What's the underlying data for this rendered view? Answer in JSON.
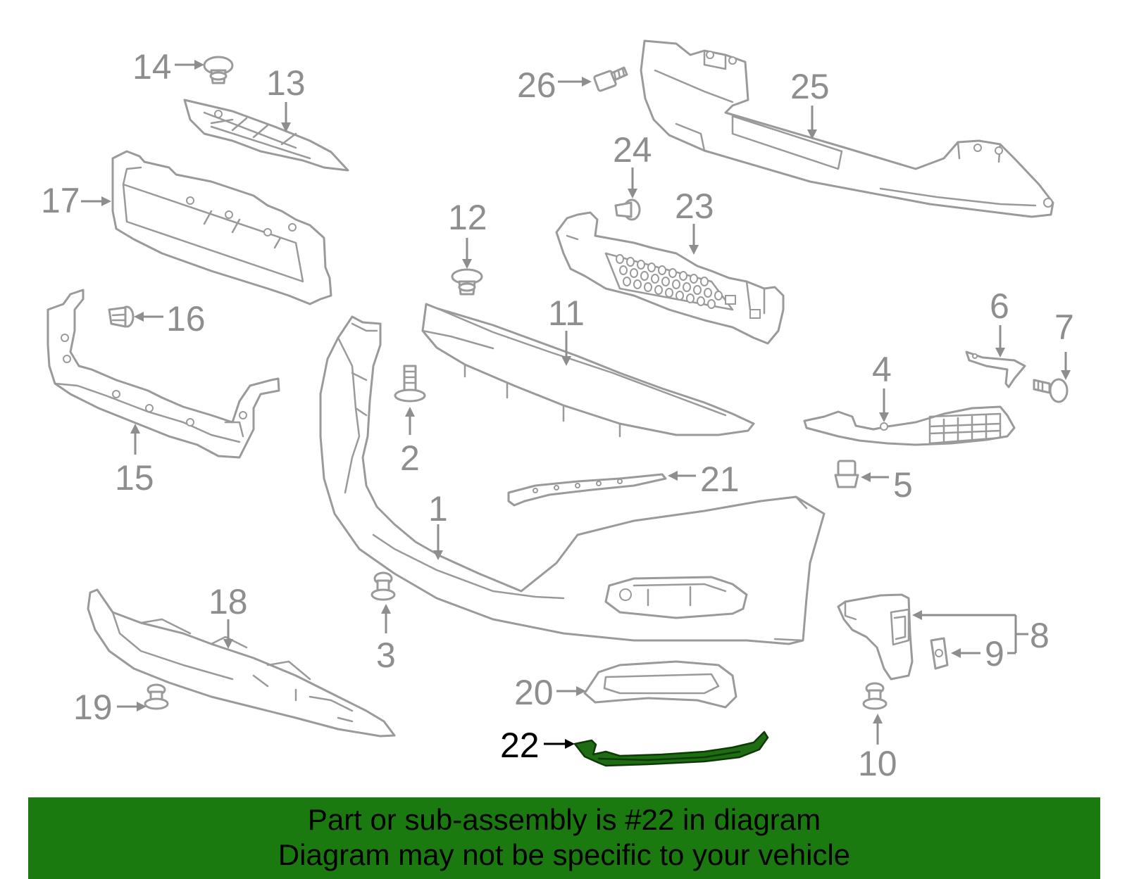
{
  "diagram": {
    "highlight_color": "#1f6d12",
    "part_line_color": "#9a9a9a",
    "callouts": {
      "c1": "1",
      "c2": "2",
      "c3": "3",
      "c4": "4",
      "c5": "5",
      "c6": "6",
      "c7": "7",
      "c8": "8",
      "c9": "9",
      "c10": "10",
      "c11": "11",
      "c12": "12",
      "c13": "13",
      "c14": "14",
      "c15": "15",
      "c16": "16",
      "c17": "17",
      "c18": "18",
      "c19": "19",
      "c20": "20",
      "c21": "21",
      "c22": "22",
      "c23": "23",
      "c24": "24",
      "c25": "25",
      "c26": "26"
    },
    "highlighted_part": "22"
  },
  "banner": {
    "background": "#1a7a10",
    "line1": "Part or sub-assembly is #22 in diagram",
    "line2": "Diagram may not be specific to your vehicle"
  }
}
